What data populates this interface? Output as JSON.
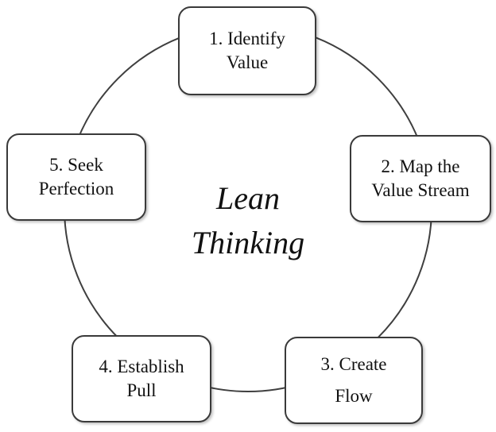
{
  "center": {
    "line1": "Lean",
    "line2": "Thinking"
  },
  "steps": [
    {
      "line1": "1. Identify",
      "line2": "Value"
    },
    {
      "line1": "2. Map the",
      "line2": "Value Stream"
    },
    {
      "line1": "3. Create",
      "line2": "Flow"
    },
    {
      "line1": "4. Establish",
      "line2": "Pull"
    },
    {
      "line1": "5. Seek",
      "line2": "Perfection"
    }
  ],
  "colors": {
    "stroke": "#3a3a3a",
    "background": "#ffffff",
    "text": "#111111"
  }
}
